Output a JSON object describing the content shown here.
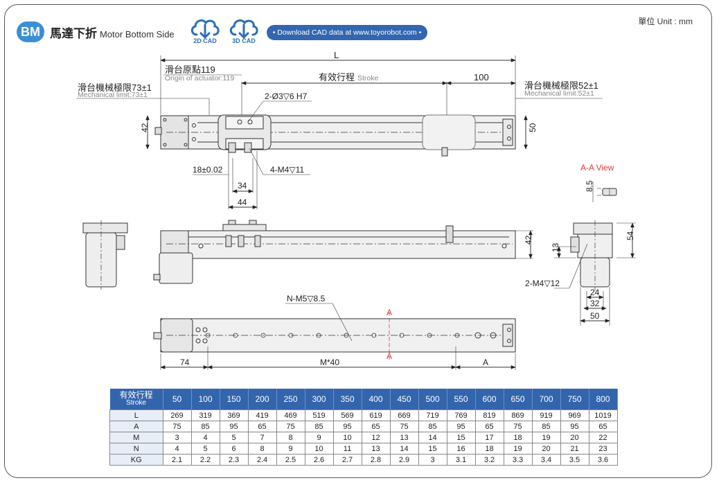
{
  "header": {
    "badge": "BM",
    "title_zh": "馬達下折",
    "title_en": "Motor Bottom Side",
    "cad_2d": "2D CAD",
    "cad_3d": "3D CAD",
    "download": "• Download CAD data at www.toyorobot.com •",
    "unit": "單位 Unit : mm",
    "cloud_icon": "cloud-download-icon"
  },
  "top_view": {
    "L": "L",
    "origin_zh": "滑台原點119",
    "origin_en": "Origin of actuator:119",
    "stroke_zh": "有效行程",
    "stroke_en": "Stroke",
    "d100": "100",
    "mech_left_zh": "滑台機械極限73±1",
    "mech_left_en": "Mechanical limit:73±1",
    "mech_right_zh": "滑台機械極限52±1",
    "mech_right_en": "Mechanical limit:52±1",
    "hole_pin": "2-Ø3▽6 H7",
    "d42": "42",
    "d50": "50",
    "d18": "18±0.02",
    "tap": "4-M4▽11",
    "d34": "34",
    "d44": "44"
  },
  "aa_view": {
    "title": "A-A View",
    "d85": "8.5"
  },
  "side_view": {
    "d42": "42",
    "d54": "54",
    "d13": "13",
    "tap": "2-M4▽12",
    "d24": "24",
    "d32": "32",
    "d50": "50"
  },
  "bottom_view": {
    "tap": "N-M5▽8.5",
    "A1": "A",
    "A2": "A",
    "d74": "74",
    "M40": "M*40",
    "A": "A"
  },
  "table": {
    "head_zh": "有效行程",
    "head_en": "Stroke",
    "strokes": [
      "50",
      "100",
      "150",
      "200",
      "250",
      "300",
      "350",
      "400",
      "450",
      "500",
      "550",
      "600",
      "650",
      "700",
      "750",
      "800"
    ],
    "rows": [
      {
        "label": "L",
        "values": [
          "269",
          "319",
          "369",
          "419",
          "469",
          "519",
          "569",
          "619",
          "669",
          "719",
          "769",
          "819",
          "869",
          "919",
          "969",
          "1019"
        ]
      },
      {
        "label": "A",
        "values": [
          "75",
          "85",
          "95",
          "65",
          "75",
          "85",
          "95",
          "65",
          "75",
          "85",
          "95",
          "65",
          "75",
          "85",
          "95",
          "65"
        ]
      },
      {
        "label": "M",
        "values": [
          "3",
          "4",
          "5",
          "7",
          "8",
          "9",
          "10",
          "12",
          "13",
          "14",
          "15",
          "17",
          "18",
          "19",
          "20",
          "22"
        ]
      },
      {
        "label": "N",
        "values": [
          "4",
          "5",
          "6",
          "8",
          "9",
          "10",
          "11",
          "13",
          "14",
          "15",
          "16",
          "18",
          "19",
          "20",
          "21",
          "23"
        ]
      },
      {
        "label": "KG",
        "values": [
          "2.1",
          "2.2",
          "2.3",
          "2.4",
          "2.5",
          "2.6",
          "2.7",
          "2.8",
          "2.9",
          "3",
          "3.1",
          "3.2",
          "3.3",
          "3.4",
          "3.5",
          "3.6"
        ]
      }
    ]
  }
}
